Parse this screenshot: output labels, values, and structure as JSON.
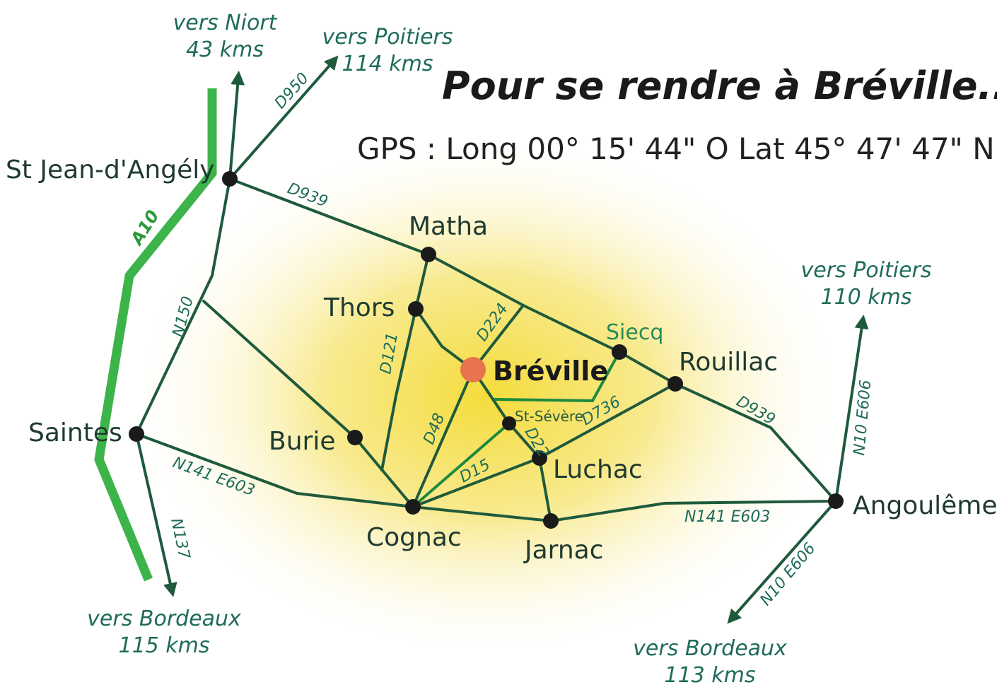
{
  "title": "Pour se rendre à Bréville...",
  "gps": "GPS  : Long 00° 15' 44\" O Lat 45° 47' 47\" N",
  "towns": {
    "stjean": "St Jean-d'Angély",
    "matha": "Matha",
    "thors": "Thors",
    "breville": "Bréville",
    "siecq": "Siecq",
    "rouillac": "Rouillac",
    "stsevere": "St-Sévère",
    "burie": "Burie",
    "saintes": "Saintes",
    "luchac": "Luchac",
    "cognac": "Cognac",
    "jarnac": "Jarnac",
    "angouleme": "Angoulême"
  },
  "roads": {
    "a10": "A10",
    "d950": "D950",
    "d939a": "D939",
    "d939b": "D939",
    "n150": "N150",
    "d121": "D121",
    "d224": "D224",
    "d48": "D48",
    "d736": "D736",
    "d22": "D22",
    "d15": "D15",
    "n141a": "N141  E603",
    "n141b": "N141  E603",
    "n137": "N137",
    "n10a": "N10  E606",
    "n10b": "N10  E606"
  },
  "destinations": {
    "niort": [
      "vers Niort",
      "43 kms"
    ],
    "poitiers1": [
      "vers Poitiers",
      "114 kms"
    ],
    "poitiers2": [
      "vers Poitiers",
      "110 kms"
    ],
    "bordeaux1": [
      "vers Bordeaux",
      "115 kms"
    ],
    "bordeaux2": [
      "vers Bordeaux",
      "113 kms"
    ]
  },
  "colors": {
    "road": "#1f5a3c",
    "highlight": "#1c8a3e",
    "motorway": "#3cb44a",
    "destination": "#e8734f"
  }
}
